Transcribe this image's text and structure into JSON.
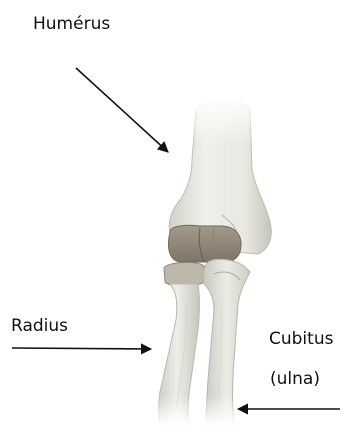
{
  "labels": {
    "humerus": "Humérus",
    "radius": "Radius",
    "cubitus": "Cubitus",
    "ulna": "(ulna)"
  },
  "colors": {
    "bone_light": "#eeeee8",
    "bone_shadow": "#c9c9c0",
    "cartilage": "#8f8578",
    "arrow": "#111111"
  }
}
